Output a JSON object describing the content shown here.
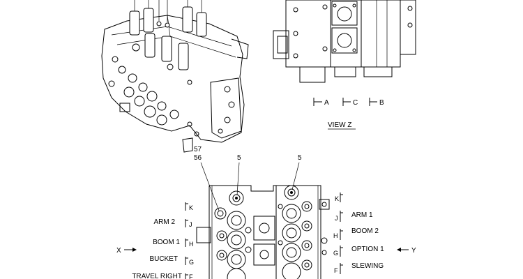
{
  "view_label": "VIEW  Z",
  "view_z_markers": [
    "A",
    "C",
    "B"
  ],
  "callouts": {
    "c57": "57",
    "c56": "56",
    "c5_left": "5",
    "c5_right": "5"
  },
  "direction_left": "X",
  "direction_right": "Y",
  "left_sections": [
    {
      "letter": "K",
      "name": ""
    },
    {
      "letter": "J",
      "name": "ARM 2"
    },
    {
      "letter": "H",
      "name": "BOOM 1"
    },
    {
      "letter": "G",
      "name": "BUCKET"
    },
    {
      "letter": "F",
      "name": "TRAVEL RIGHT"
    }
  ],
  "right_sections": [
    {
      "letter": "K",
      "name": ""
    },
    {
      "letter": "J",
      "name": "ARM 1"
    },
    {
      "letter": "H",
      "name": "BOOM 2"
    },
    {
      "letter": "G",
      "name": "OPTION 1"
    },
    {
      "letter": "F",
      "name": "SLEWING"
    }
  ]
}
